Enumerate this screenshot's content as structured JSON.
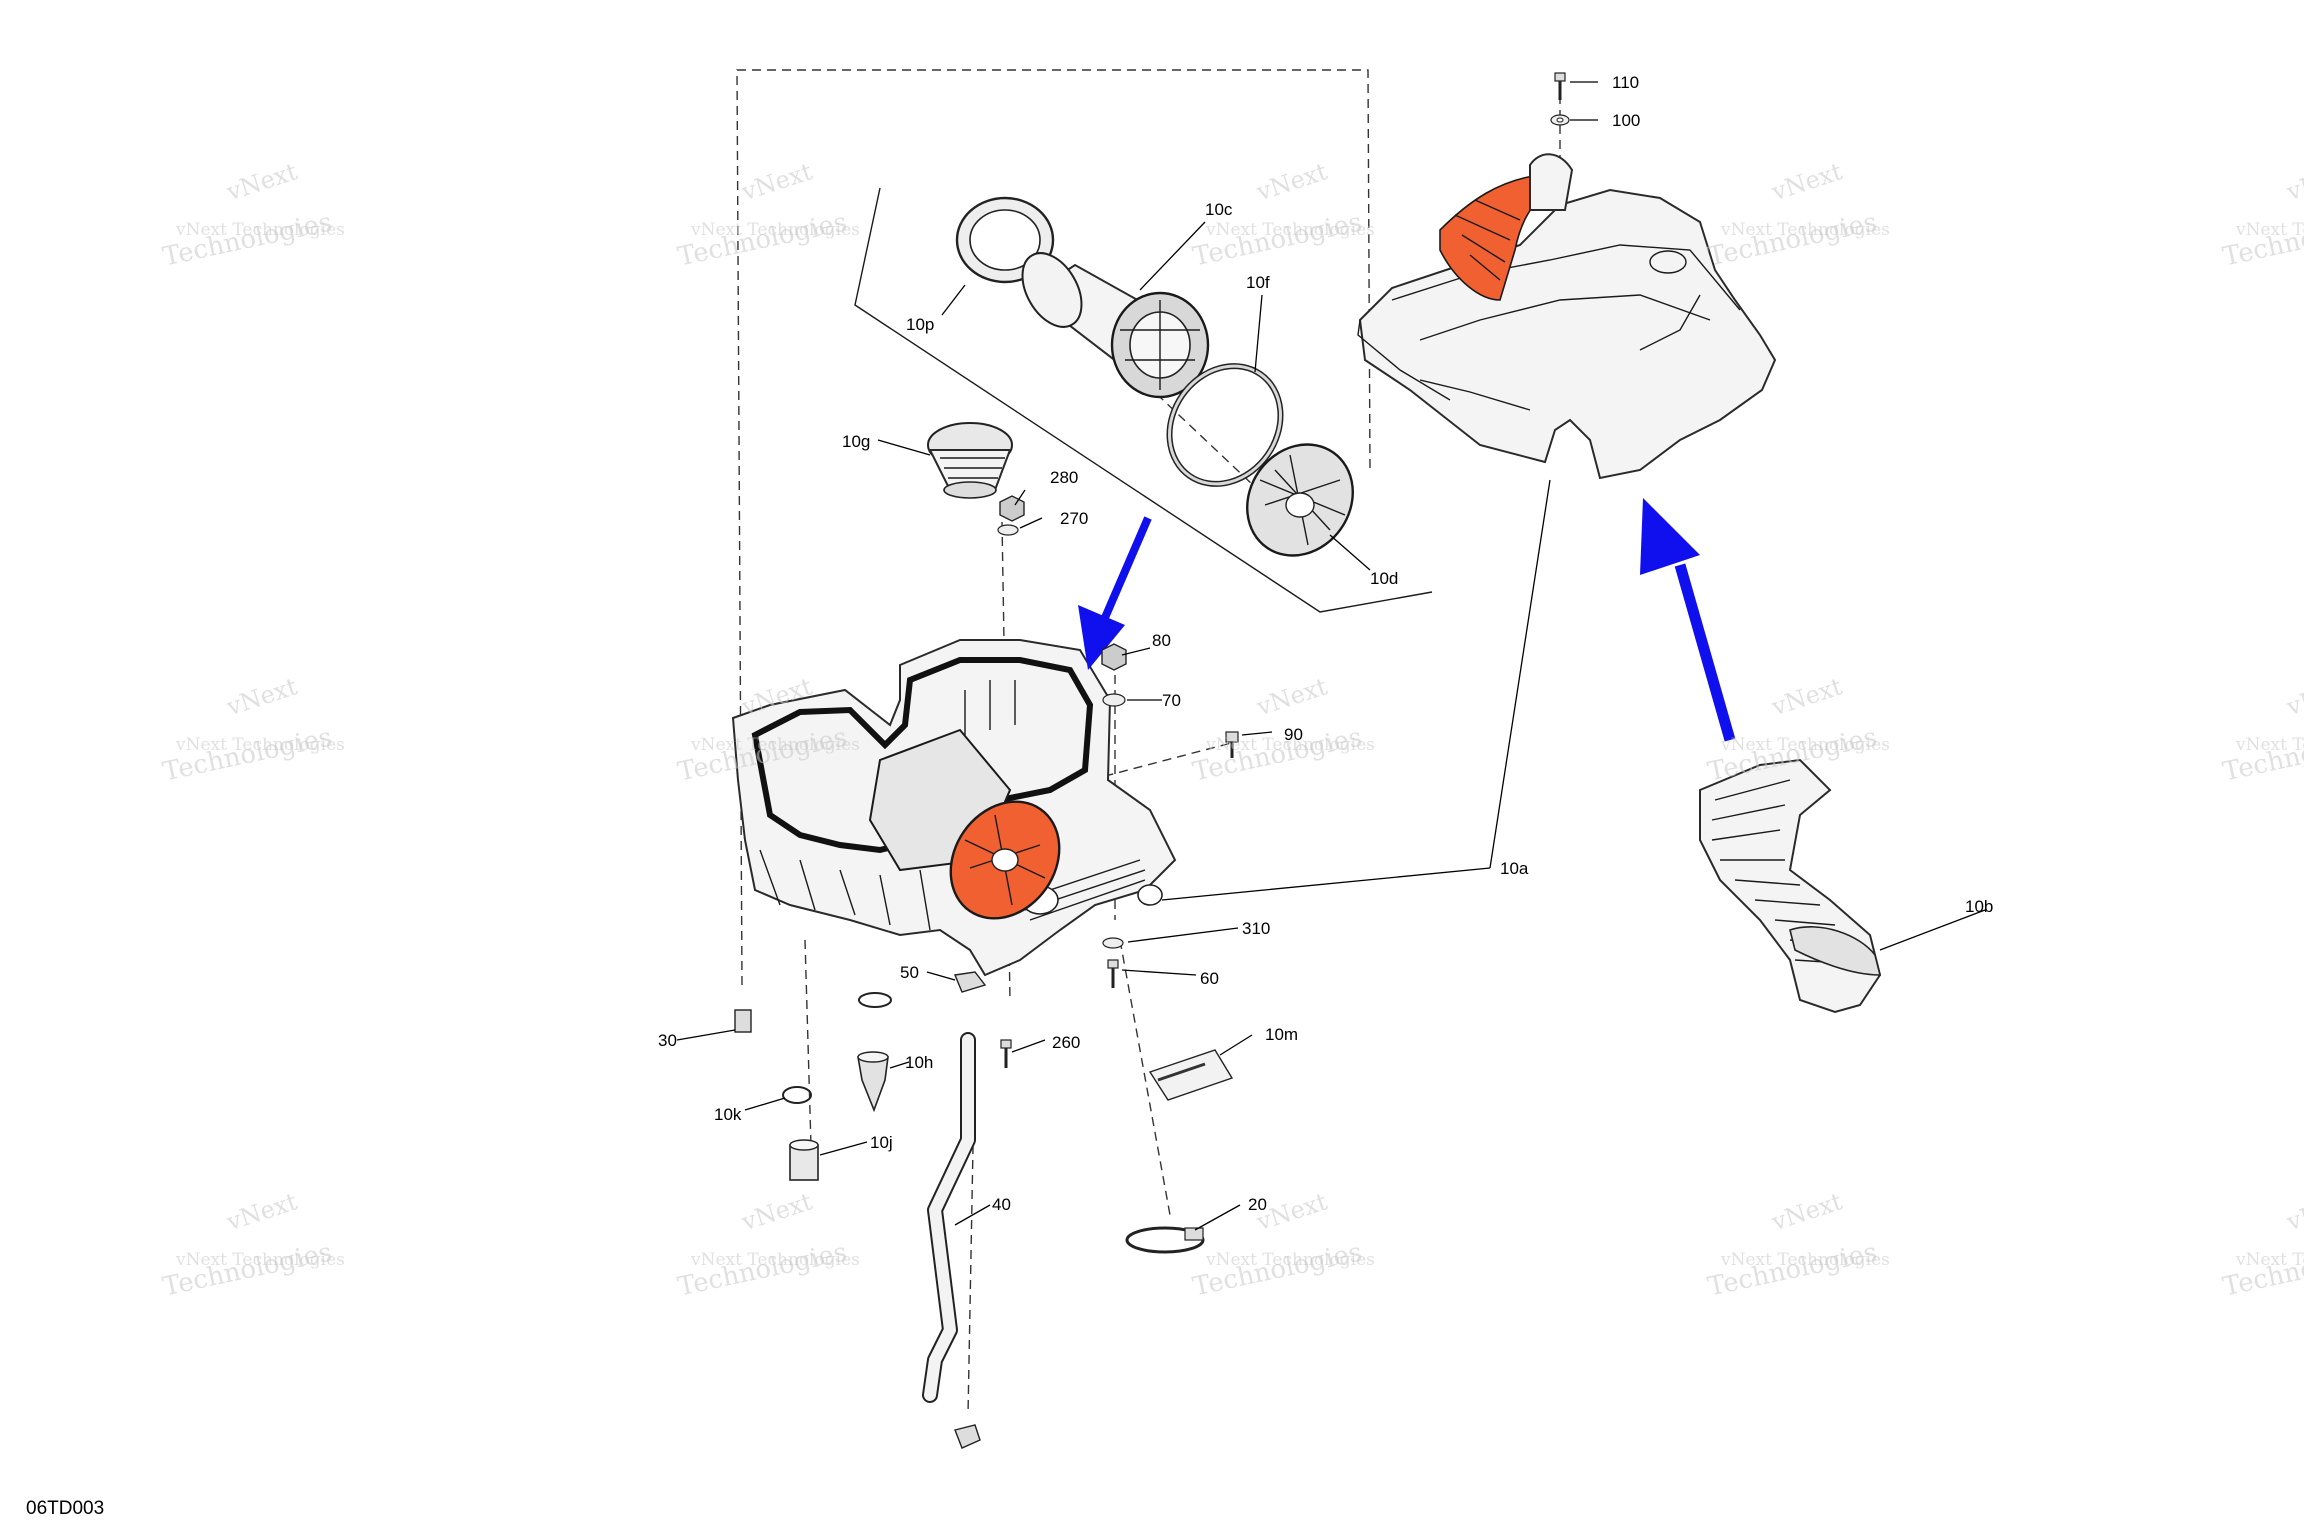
{
  "diagram": {
    "code": "06TD003",
    "callouts": [
      {
        "id": "110",
        "label": "110"
      },
      {
        "id": "100",
        "label": "100"
      },
      {
        "id": "10c",
        "label": "10c"
      },
      {
        "id": "10f",
        "label": "10f"
      },
      {
        "id": "10p",
        "label": "10p"
      },
      {
        "id": "10g",
        "label": "10g"
      },
      {
        "id": "280",
        "label": "280"
      },
      {
        "id": "270",
        "label": "270"
      },
      {
        "id": "10d",
        "label": "10d"
      },
      {
        "id": "80",
        "label": "80"
      },
      {
        "id": "70",
        "label": "70"
      },
      {
        "id": "90",
        "label": "90"
      },
      {
        "id": "10a",
        "label": "10a"
      },
      {
        "id": "10b",
        "label": "10b"
      },
      {
        "id": "310",
        "label": "310"
      },
      {
        "id": "50",
        "label": "50"
      },
      {
        "id": "60",
        "label": "60"
      },
      {
        "id": "10h",
        "label": "10h"
      },
      {
        "id": "260",
        "label": "260"
      },
      {
        "id": "10m",
        "label": "10m"
      },
      {
        "id": "30",
        "label": "30"
      },
      {
        "id": "10k",
        "label": "10k"
      },
      {
        "id": "10j",
        "label": "10j"
      },
      {
        "id": "40",
        "label": "40"
      },
      {
        "id": "20",
        "label": "20"
      }
    ],
    "watermark": {
      "line1": "vNext Technologies",
      "line2": "Technologies",
      "line3": "vNext"
    },
    "colors": {
      "arrow": "#1010ee",
      "highlight": "#f06030",
      "line": "#1a1a1a"
    }
  }
}
